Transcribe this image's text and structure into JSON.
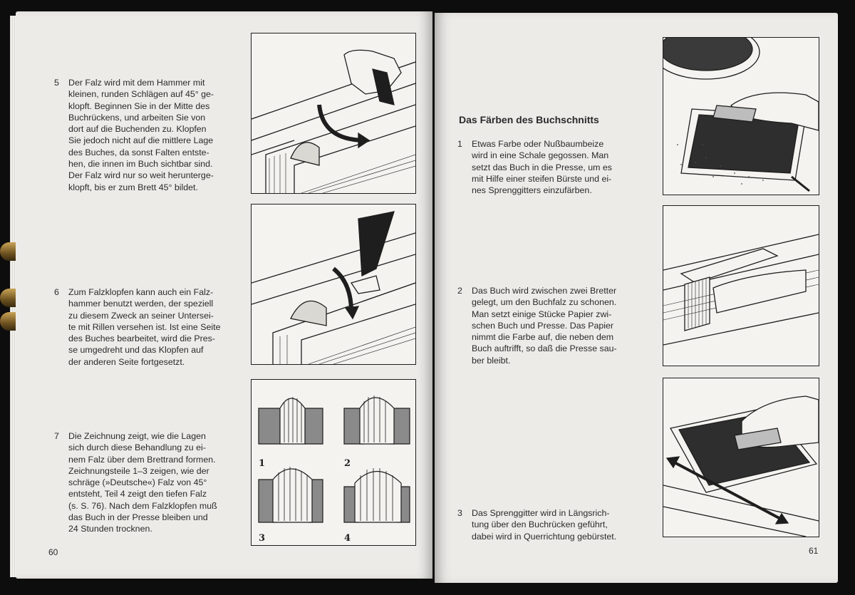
{
  "left_page": {
    "page_number": "60",
    "steps": [
      {
        "number": "5",
        "text": "Der Falz wird mit dem Hammer mit\nkleinen, runden Schlägen auf 45° ge-\nklopft. Beginnen Sie in der Mitte des\nBuchrückens, und arbeiten Sie von\ndort auf die Buchenden zu. Klopfen\nSie jedoch nicht auf die mittlere Lage\ndes Buches, da sonst Falten entste-\nhen, die innen im Buch sichtbar sind.\nDer Falz wird nur so weit herunterge-\nklopft, bis er zum Brett 45° bildet."
      },
      {
        "number": "6",
        "text": "Zum Falzklopfen kann auch ein Falz-\nhammer benutzt werden, der speziell\nzu diesem Zweck an seiner Untersei-\nte mit Rillen versehen ist. Ist eine Seite\ndes Buches bearbeitet, wird die Pres-\nse umgedreht und das Klopfen auf\nder anderen Seite fortgesetzt."
      },
      {
        "number": "7",
        "text": "Die Zeichnung zeigt, wie die Lagen\nsich durch diese Behandlung zu ei-\nnem Falz über dem Brettrand formen.\nZeichnungsteile 1–3 zeigen, wie der\nschräge (»Deutsche«) Falz von 45°\nentsteht, Teil 4 zeigt den tiefen Falz\n(s. S. 76). Nach dem Falzklopfen muß\ndas Buch in der Presse bleiben und\n24 Stunden trocknen."
      }
    ],
    "figure_labels": [
      "1",
      "2",
      "3",
      "4"
    ]
  },
  "right_page": {
    "page_number": "61",
    "heading": "Das Färben des Buchschnitts",
    "steps": [
      {
        "number": "1",
        "text": "Etwas Farbe oder Nußbaumbeize\nwird in eine Schale gegossen. Man\nsetzt das Buch in die Presse, um es\nmit Hilfe einer steifen Bürste und ei-\nnes Sprenggitters einzufärben."
      },
      {
        "number": "2",
        "text": "Das Buch wird zwischen zwei Bretter\ngelegt, um den Buchfalz zu schonen.\nMan setzt einige Stücke Papier zwi-\nschen Buch und Presse. Das Papier\nnimmt die Farbe auf, die neben dem\nBuch auftrifft, so daß die Presse sau-\nber bleibt."
      },
      {
        "number": "3",
        "text": "Das Sprenggitter wird in Längsrich-\ntung über den Buchrücken geführt,\ndabei wird in Querrichtung gebürstet."
      }
    ]
  }
}
